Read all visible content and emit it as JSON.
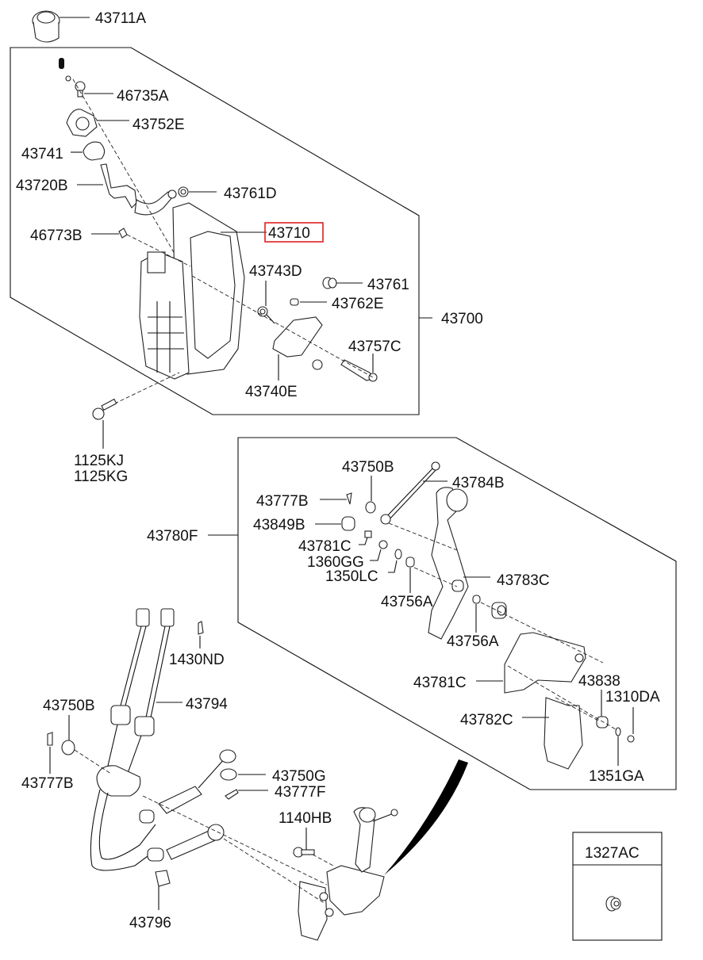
{
  "diagram": {
    "title": "Shift lever & cable assembly parts diagram",
    "highlighted_part": "43710",
    "highlight_color": "#e02020",
    "groups": {
      "upper_assembly": "43700",
      "lower_bracket_assembly": "43780F"
    },
    "labels": {
      "p43711A": "43711A",
      "p46735A": "46735A",
      "p43752E": "43752E",
      "p43741": "43741",
      "p43720B": "43720B",
      "p43761D": "43761D",
      "p46773B": "46773B",
      "p43710": "43710",
      "p43743D": "43743D",
      "p43761": "43761",
      "p43762E": "43762E",
      "p43700": "43700",
      "p43757C": "43757C",
      "p43740E": "43740E",
      "p1125KJ": "1125KJ",
      "p1125KG": "1125KG",
      "p43750B_top": "43750B",
      "p43784B": "43784B",
      "p43777B_top": "43777B",
      "p43849B": "43849B",
      "p43780F": "43780F",
      "p43781C_top": "43781C",
      "p1360GG": "1360GG",
      "p1350LC": "1350LC",
      "p43783C": "43783C",
      "p43756A_1": "43756A",
      "p43756A_2": "43756A",
      "p43781C_bot": "43781C",
      "p43838": "43838",
      "p1310DA": "1310DA",
      "p43782C": "43782C",
      "p1351GA": "1351GA",
      "p1430ND": "1430ND",
      "p43794": "43794",
      "p43750B_bot": "43750B",
      "p43777B_bot": "43777B",
      "p43750G": "43750G",
      "p43777F": "43777F",
      "p1140HB": "1140HB",
      "p43796": "43796",
      "p1327AC": "1327AC"
    }
  }
}
